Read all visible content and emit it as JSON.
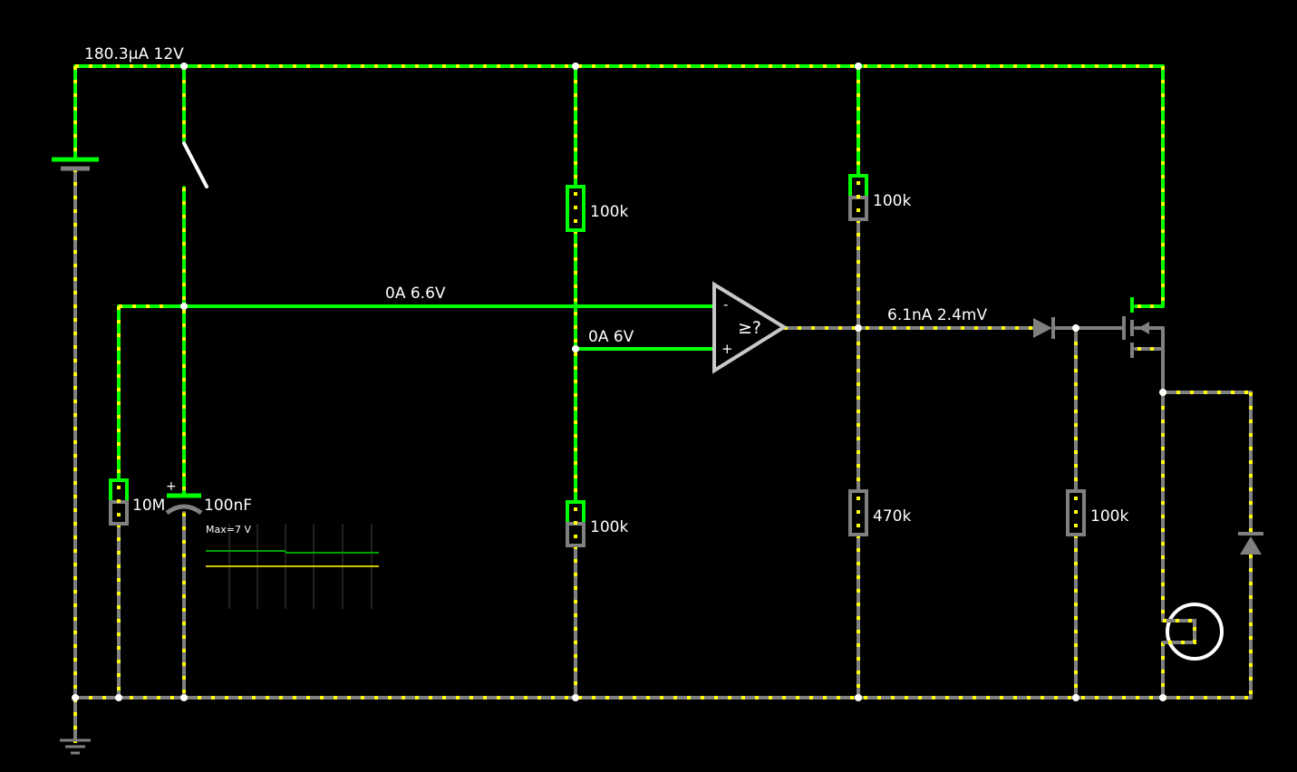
{
  "colors": {
    "background": "#000000",
    "high_voltage": "#00ff00",
    "low_voltage": "#808080",
    "current_dots": "#ffff00",
    "node": "#ffffff",
    "text": "#ffffff",
    "scope_green": "#00a000",
    "scope_yellow": "#c8c800",
    "scope_grid": "#404040"
  },
  "labels": {
    "supply_readout": "180.3µA 12V",
    "wire_top_readout": "0A 6.6V",
    "wire_mid_readout": "0A 6V",
    "output_readout": "6.1nA 2.4mV",
    "r1": "100k",
    "r2": "100k",
    "r3": "100k",
    "r4": "470k",
    "r5": "100k",
    "r_timing": "10M",
    "capacitor": "100nF",
    "cap_plus": "+",
    "opamp_minus": "-",
    "opamp_plus": "+",
    "opamp_symbol": "≥?",
    "scope_max": "Max=7 V"
  },
  "icons": {
    "battery": "battery-icon",
    "switch": "switch-icon",
    "ground": "ground-icon",
    "comparator": "comparator-icon",
    "diode": "diode-icon",
    "mosfet": "mosfet-icon",
    "lamp": "lamp-icon",
    "flyback_diode": "flyback-diode-icon"
  }
}
